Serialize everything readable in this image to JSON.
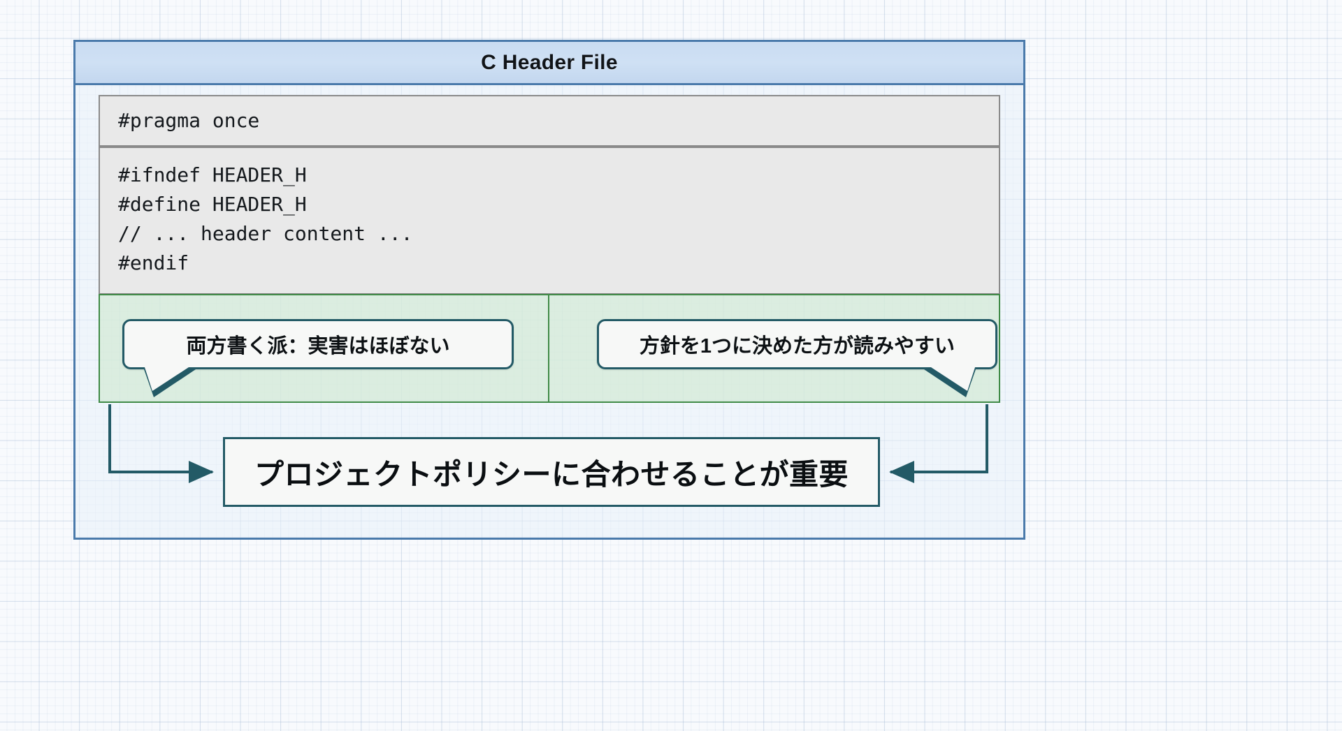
{
  "diagram": {
    "title": "C Header File",
    "code_blocks": [
      {
        "name": "pragma-once",
        "text": "#pragma once"
      },
      {
        "name": "include-guard",
        "text": "#ifndef HEADER_H\n#define HEADER_H\n// ... header content ...\n#endif"
      }
    ],
    "comparison": {
      "left_note": "両方書く派：実害はほぼない",
      "right_note": "方針を1つに決めた方が読みやすい"
    },
    "conclusion": "プロジェクトポリシーに合わせることが重要",
    "colors": {
      "container_border": "#4a7aab",
      "title_bar": "#cfe0f4",
      "code_bg": "#e9e9e9",
      "code_border": "#8a8a8a",
      "green_bg": "#cee9ce",
      "green_border": "#3f8a46",
      "accent_teal": "#235a66",
      "page_bg": "#f8fafd"
    }
  }
}
